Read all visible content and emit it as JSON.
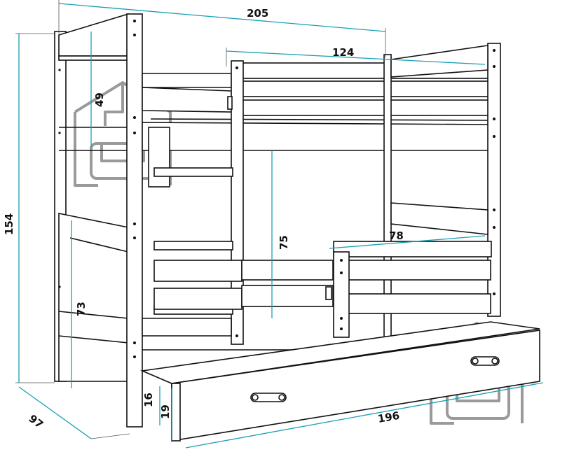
{
  "dimensions": {
    "total_length": "205",
    "top_bunk_length": "124",
    "height": "154",
    "depth": "97",
    "headboard_top": "49",
    "headboard_bottom": "73",
    "between_bunks": "75",
    "guard_rail": "78",
    "drawer_length": "196",
    "drawer_height": "16",
    "drawer_base": "19"
  },
  "colors": {
    "dimension_line": "#1aa0b4",
    "outline": "#111111",
    "watermark": "#9a9a9a"
  },
  "icons": [
    "house-sofa-watermark-icon",
    "house-sofa-watermark-icon"
  ]
}
